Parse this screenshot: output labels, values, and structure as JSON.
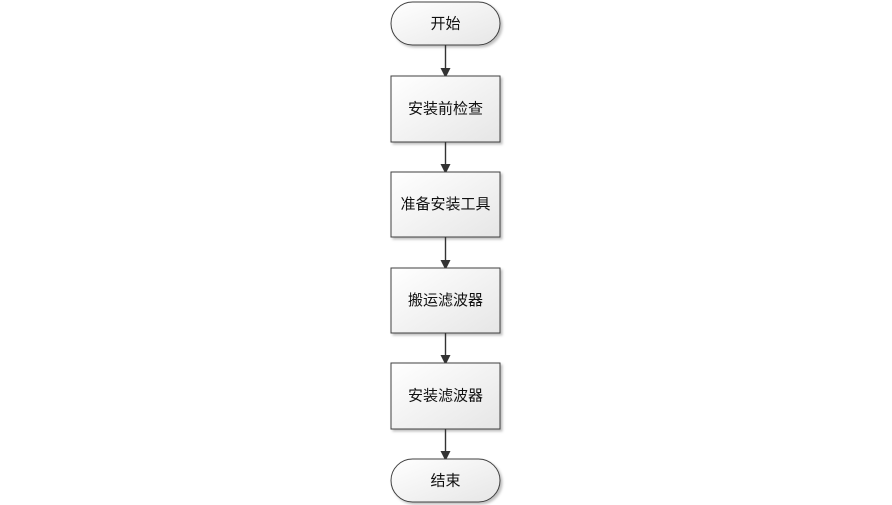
{
  "flowchart": {
    "start": "开始",
    "steps": [
      "安装前检查",
      "准备安装工具",
      "搬运滤波器",
      "安装滤波器"
    ],
    "end": "结束"
  },
  "colors": {
    "node_fill": "#f2f2f2",
    "node_border": "#404040",
    "arrow": "#333333"
  }
}
